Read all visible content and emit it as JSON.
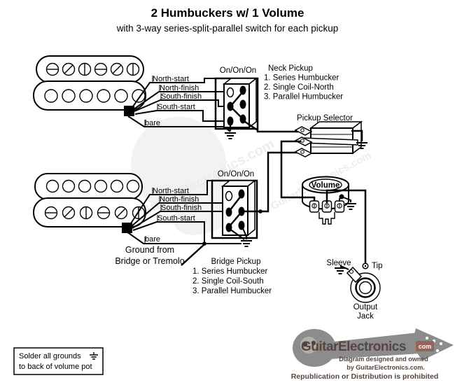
{
  "title": "2 Humbuckers w/ 1 Volume",
  "subtitle": "with 3-way series-split-parallel switch for each pickup",
  "neck_switch": {
    "mode_label": "On/On/On"
  },
  "bridge_switch": {
    "mode_label": "On/On/On"
  },
  "neck_wires": {
    "north_start": "North-start",
    "north_finish": "North-finish",
    "south_finish": "South-finish",
    "south_start": "South-start",
    "bare": "bare"
  },
  "bridge_wires": {
    "north_start": "North-start",
    "north_finish": "North-finish",
    "south_finish": "South-finish",
    "south_start": "South-start",
    "bare": "bare"
  },
  "neck_info": {
    "title": "Neck Pickup",
    "items": [
      "1. Series Humbucker",
      "2. Single Coil-North",
      "3. Parallel Humbucker"
    ]
  },
  "bridge_info": {
    "title": "Bridge Pickup",
    "items": [
      "1. Series Humbucker",
      "2. Single Coil-South",
      "3. Parallel Humbucker"
    ]
  },
  "selector": {
    "label": "Pickup Selector"
  },
  "volume": {
    "label": "Volume"
  },
  "ground_note": {
    "line1": "Ground from",
    "line2": "Bridge or Tremolo"
  },
  "jack": {
    "sleeve_label": "Sleeve",
    "tip_label": "Tip",
    "name_line1": "Output",
    "name_line2": "Jack"
  },
  "solder_note": {
    "line1": "Solder all grounds",
    "line2": "to back of volume pot"
  },
  "logo": {
    "brand": "GuitarElectronics",
    "brand_suffix": "com",
    "credit_line1": "Diagram designed and owned",
    "credit_line2": "by GuitarElectronics.com.",
    "notice": "Republication or Distribution is prohibited"
  },
  "colors": {
    "background": "#ffffff",
    "line": "#000000",
    "logo_text": "#554740",
    "logo_guitar": "#8c8c8c",
    "logo_tag": "#96655a"
  }
}
